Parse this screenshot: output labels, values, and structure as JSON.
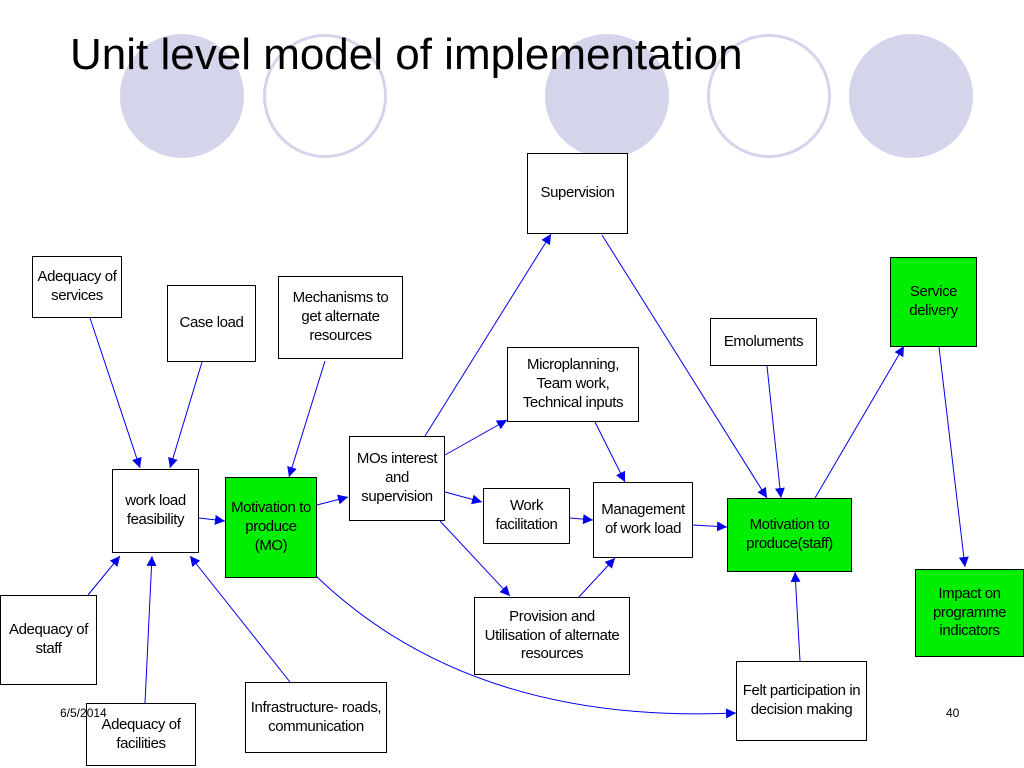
{
  "title": "Unit level model of implementation",
  "footer": {
    "date": "6/5/2014",
    "page": "40"
  },
  "colors": {
    "accent_circle": "#d4d4ea",
    "box_green": "#00ee00",
    "arrow": "#0000ee"
  },
  "nodes": {
    "adequacy_services": "Adequacy of\nservices",
    "case_load": "Case load",
    "mechanisms": "Mechanisms to\nget alternate\nresources",
    "supervision": "Supervision",
    "microplanning": "Microplanning,\nTeam work,\nTechnical inputs",
    "emoluments": "Emoluments",
    "service_delivery": "Service\ndelivery",
    "workload_feasibility": "work load\nfeasibility",
    "motivation_mo": "Motivation to\nproduce\n(MO)",
    "mos_interest": "MOs interest\nand\nsupervision",
    "work_facilitation": "Work\nfacilitation",
    "management_workload": "Management\nof work load",
    "motivation_staff": "Motivation to\nproduce(staff)",
    "impact_indicators": "Impact on\nprogramme\nindicators",
    "adequacy_staff": "Adequacy of\nstaff",
    "provision_utilisation": "Provision and\nUtilisation of alternate\nresources",
    "felt_participation": "Felt participation in\ndecision making",
    "infrastructure": "Infrastructure- roads,\ncommunication",
    "adequacy_facilities": "Adequacy of\nfacilities"
  }
}
